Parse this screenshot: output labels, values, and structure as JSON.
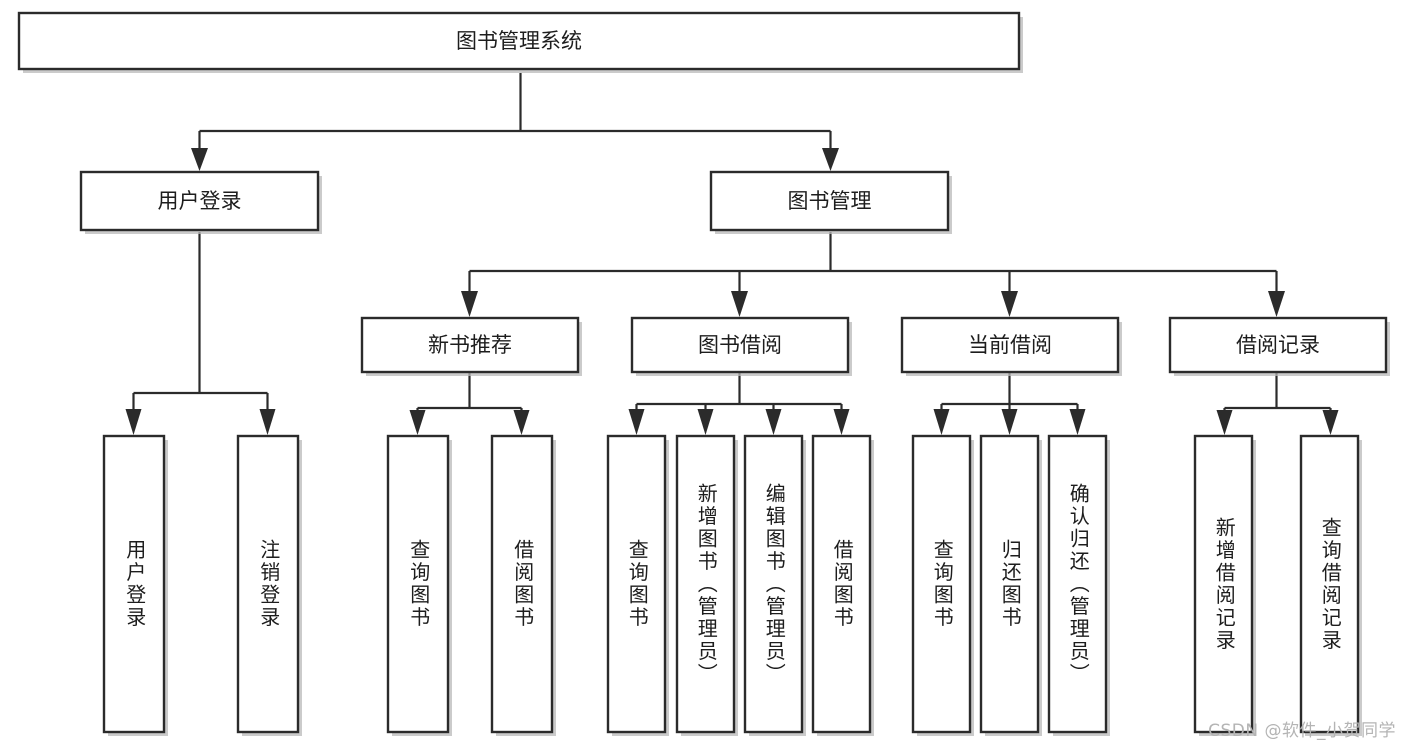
{
  "diagram": {
    "type": "tree-hierarchy",
    "title": "图书管理系统",
    "root": {
      "id": "root",
      "label": "图书管理系统",
      "orientation": "horizontal"
    },
    "level1": [
      {
        "id": "user-login",
        "label": "用户登录",
        "orientation": "horizontal"
      },
      {
        "id": "book-manage",
        "label": "图书管理",
        "orientation": "horizontal"
      }
    ],
    "level2": [
      {
        "id": "new-book-recommend",
        "label": "新书推荐",
        "parent": "book-manage",
        "orientation": "horizontal"
      },
      {
        "id": "book-borrow",
        "label": "图书借阅",
        "parent": "book-manage",
        "orientation": "horizontal"
      },
      {
        "id": "current-borrow",
        "label": "当前借阅",
        "parent": "book-manage",
        "orientation": "horizontal"
      },
      {
        "id": "borrow-record",
        "label": "借阅记录",
        "parent": "book-manage",
        "orientation": "horizontal"
      }
    ],
    "leaves": [
      {
        "id": "leaf-user-login",
        "label": "用户登录",
        "parent": "user-login",
        "orientation": "vertical"
      },
      {
        "id": "leaf-user-logout",
        "label": "注销登录",
        "parent": "user-login",
        "orientation": "vertical"
      },
      {
        "id": "leaf-query-book-1",
        "label": "查询图书",
        "parent": "new-book-recommend",
        "orientation": "vertical"
      },
      {
        "id": "leaf-borrow-book-1",
        "label": "借阅图书",
        "parent": "new-book-recommend",
        "orientation": "vertical"
      },
      {
        "id": "leaf-query-book-2",
        "label": "查询图书",
        "parent": "book-borrow",
        "orientation": "vertical"
      },
      {
        "id": "leaf-add-book",
        "label": "新增图书（管理员）",
        "parent": "book-borrow",
        "orientation": "vertical"
      },
      {
        "id": "leaf-edit-book",
        "label": "编辑图书（管理员）",
        "parent": "book-borrow",
        "orientation": "vertical"
      },
      {
        "id": "leaf-borrow-book-2",
        "label": "借阅图书",
        "parent": "book-borrow",
        "orientation": "vertical"
      },
      {
        "id": "leaf-query-book-3",
        "label": "查询图书",
        "parent": "current-borrow",
        "orientation": "vertical"
      },
      {
        "id": "leaf-return-book",
        "label": "归还图书",
        "parent": "current-borrow",
        "orientation": "vertical"
      },
      {
        "id": "leaf-confirm-return",
        "label": "确认归还（管理员）",
        "parent": "current-borrow",
        "orientation": "vertical"
      },
      {
        "id": "leaf-add-record",
        "label": "新增借阅记录",
        "parent": "borrow-record",
        "orientation": "vertical"
      },
      {
        "id": "leaf-query-record",
        "label": "查询借阅记录",
        "parent": "borrow-record",
        "orientation": "vertical"
      }
    ],
    "colors": {
      "box_fill": "#ffffff",
      "box_stroke": "#2b2b2b",
      "connector": "#2b2b2b",
      "text": "#1d1d1d",
      "background": "#ffffff",
      "watermark": "#b4b4b4"
    }
  },
  "watermark": {
    "text": "CSDN @软件_小贺同学"
  }
}
